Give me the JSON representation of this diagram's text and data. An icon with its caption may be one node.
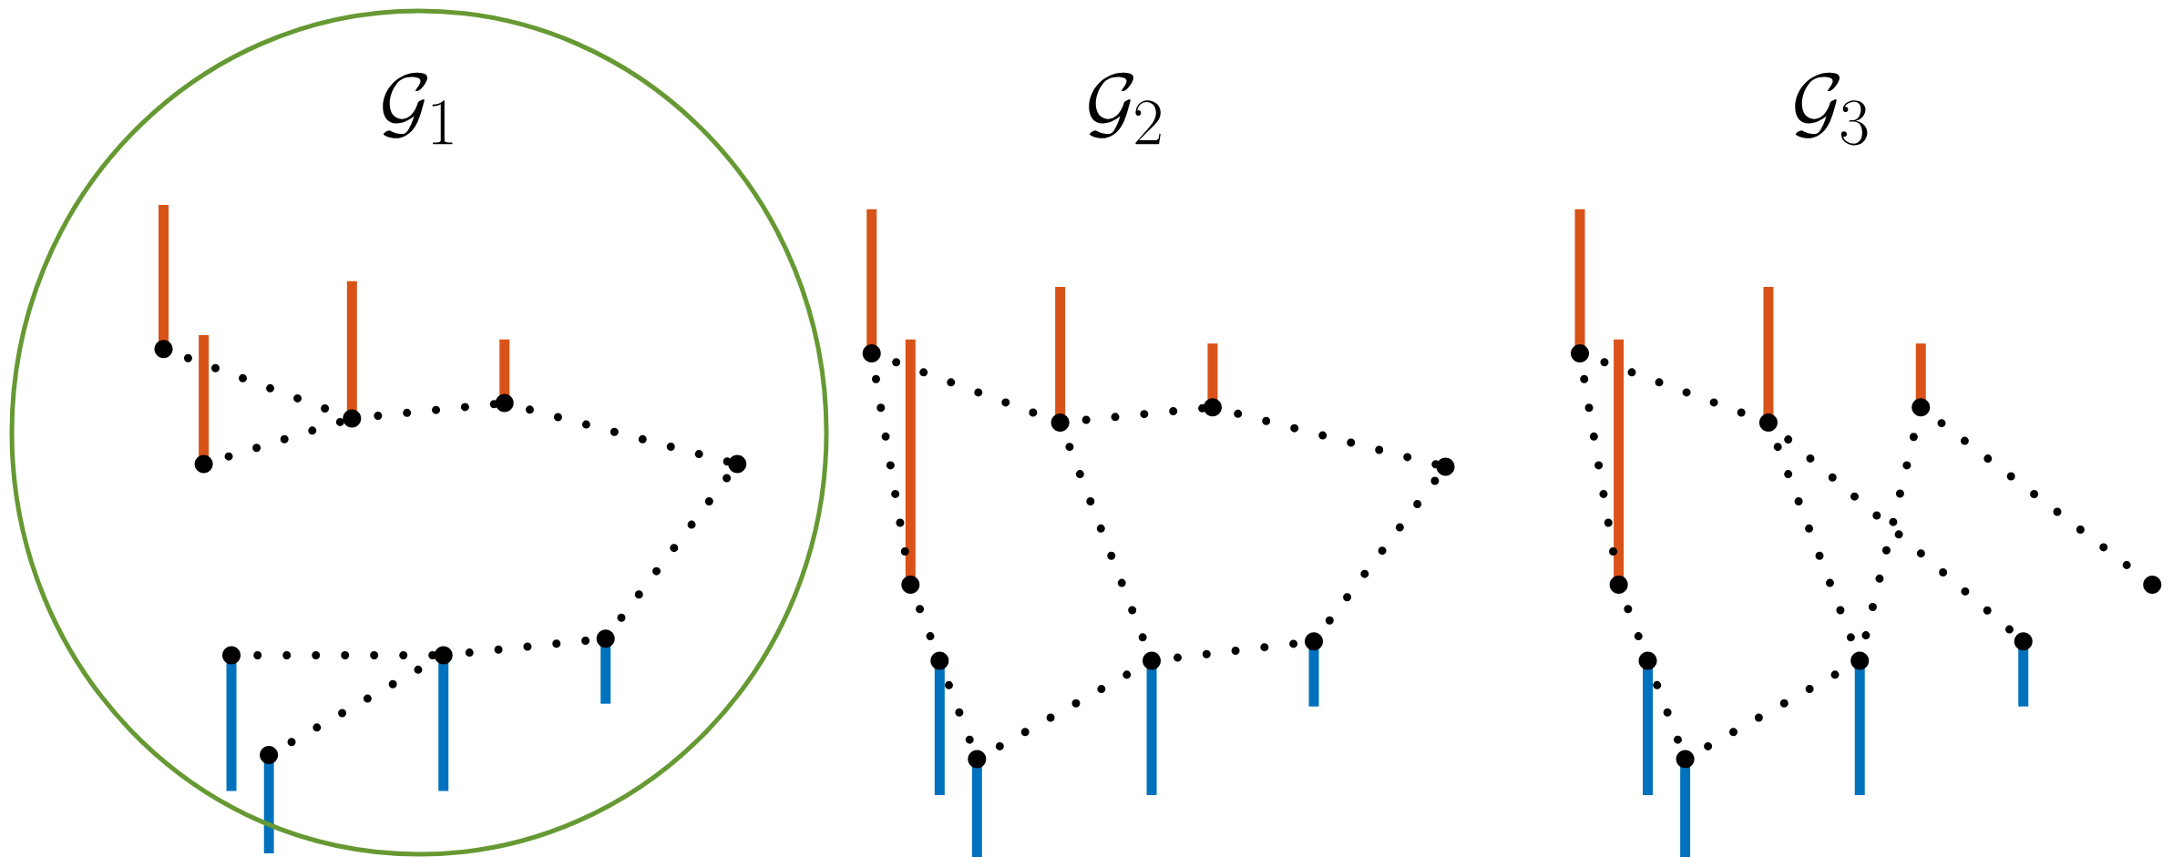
{
  "diagram": {
    "nodes": [
      {
        "text": [
          "\\mathcal{G}_1"
        ]
      },
      {
        "text": [],
        "shape": "circle",
        "in": 0
      },
      {
        "text": [],
        "shape": "circle",
        "in": 0
      },
      {
        "text": [],
        "shape": "circle",
        "in": 0
      },
      {
        "text": [],
        "shape": "circle",
        "in": 0
      },
      {
        "text": [],
        "shape": "circle",
        "in": 0
      },
      {
        "text": [],
        "shape": "circle",
        "in": 0
      },
      {
        "text": [],
        "shape": "circle",
        "in": 0
      },
      {
        "text": [],
        "shape": "circle",
        "in": 0
      },
      {
        "text": [],
        "shape": "circle",
        "in": 0
      },
      {
        "text": [],
        "shape": "circle"
      },
      {
        "text": [],
        "shape": "circle"
      },
      {
        "text": [],
        "shape": "circle"
      },
      {
        "text": [],
        "shape": "circle"
      },
      {
        "text": [],
        "shape": "circle"
      },
      {
        "text": [],
        "shape": "circle"
      },
      {
        "text": [],
        "shape": "circle"
      },
      {
        "text": [],
        "shape": "circle"
      },
      {
        "text": [],
        "shape": "circle"
      },
      {
        "text": [],
        "shape": "circle"
      },
      {
        "text": [],
        "shape": "circle"
      },
      {
        "text": [],
        "shape": "circle"
      },
      {
        "text": [],
        "shape": "circle"
      },
      {
        "text": [],
        "shape": "circle"
      },
      {
        "text": [],
        "shape": "circle"
      },
      {
        "text": [],
        "shape": "circle"
      },
      {
        "text": [],
        "shape": "circle"
      },
      {
        "text": [],
        "shape": "circle"
      }
    ],
    "edges": [
      {
        "from": 1,
        "to": 3,
        "arrow": "none"
      },
      {
        "from": 2,
        "to": 3,
        "arrow": "none"
      },
      {
        "from": 3,
        "to": 4,
        "arrow": "none"
      },
      {
        "from": 4,
        "to": 5,
        "arrow": "none"
      },
      {
        "from": 6,
        "to": 7,
        "arrow": "none"
      },
      {
        "from": 7,
        "to": 8,
        "arrow": "none"
      },
      {
        "from": 8,
        "to": 5,
        "arrow": "none"
      },
      {
        "from": 9,
        "to": 7,
        "arrow": "none"
      },
      {
        "from": 10,
        "to": 11,
        "arrow": "none"
      },
      {
        "from": 10,
        "to": 12,
        "arrow": "none"
      },
      {
        "from": 12,
        "to": 13,
        "arrow": "none"
      },
      {
        "from": 13,
        "to": 14,
        "arrow": "none"
      },
      {
        "from": 11,
        "to": 15,
        "arrow": "none"
      },
      {
        "from": 15,
        "to": 18,
        "arrow": "none"
      },
      {
        "from": 18,
        "to": 16,
        "arrow": "none"
      },
      {
        "from": 12,
        "to": 16,
        "arrow": "none"
      },
      {
        "from": 16,
        "to": 17,
        "arrow": "none"
      },
      {
        "from": 17,
        "to": 14,
        "arrow": "none"
      },
      {
        "from": 19,
        "to": 20,
        "arrow": "none"
      },
      {
        "from": 19,
        "to": 21,
        "arrow": "none"
      },
      {
        "from": 20,
        "to": 24,
        "arrow": "none"
      },
      {
        "from": 24,
        "to": 27,
        "arrow": "none"
      },
      {
        "from": 27,
        "to": 25,
        "arrow": "none"
      },
      {
        "from": 21,
        "to": 25,
        "arrow": "none"
      },
      {
        "from": 21,
        "to": 26,
        "arrow": "none"
      },
      {
        "from": 25,
        "to": 22,
        "arrow": "none"
      },
      {
        "from": 22,
        "to": 23,
        "arrow": "none"
      }
    ],
    "labels": [
      "\\mathcal{G}_2",
      "\\mathcal{G}_3"
    ]
  }
}
